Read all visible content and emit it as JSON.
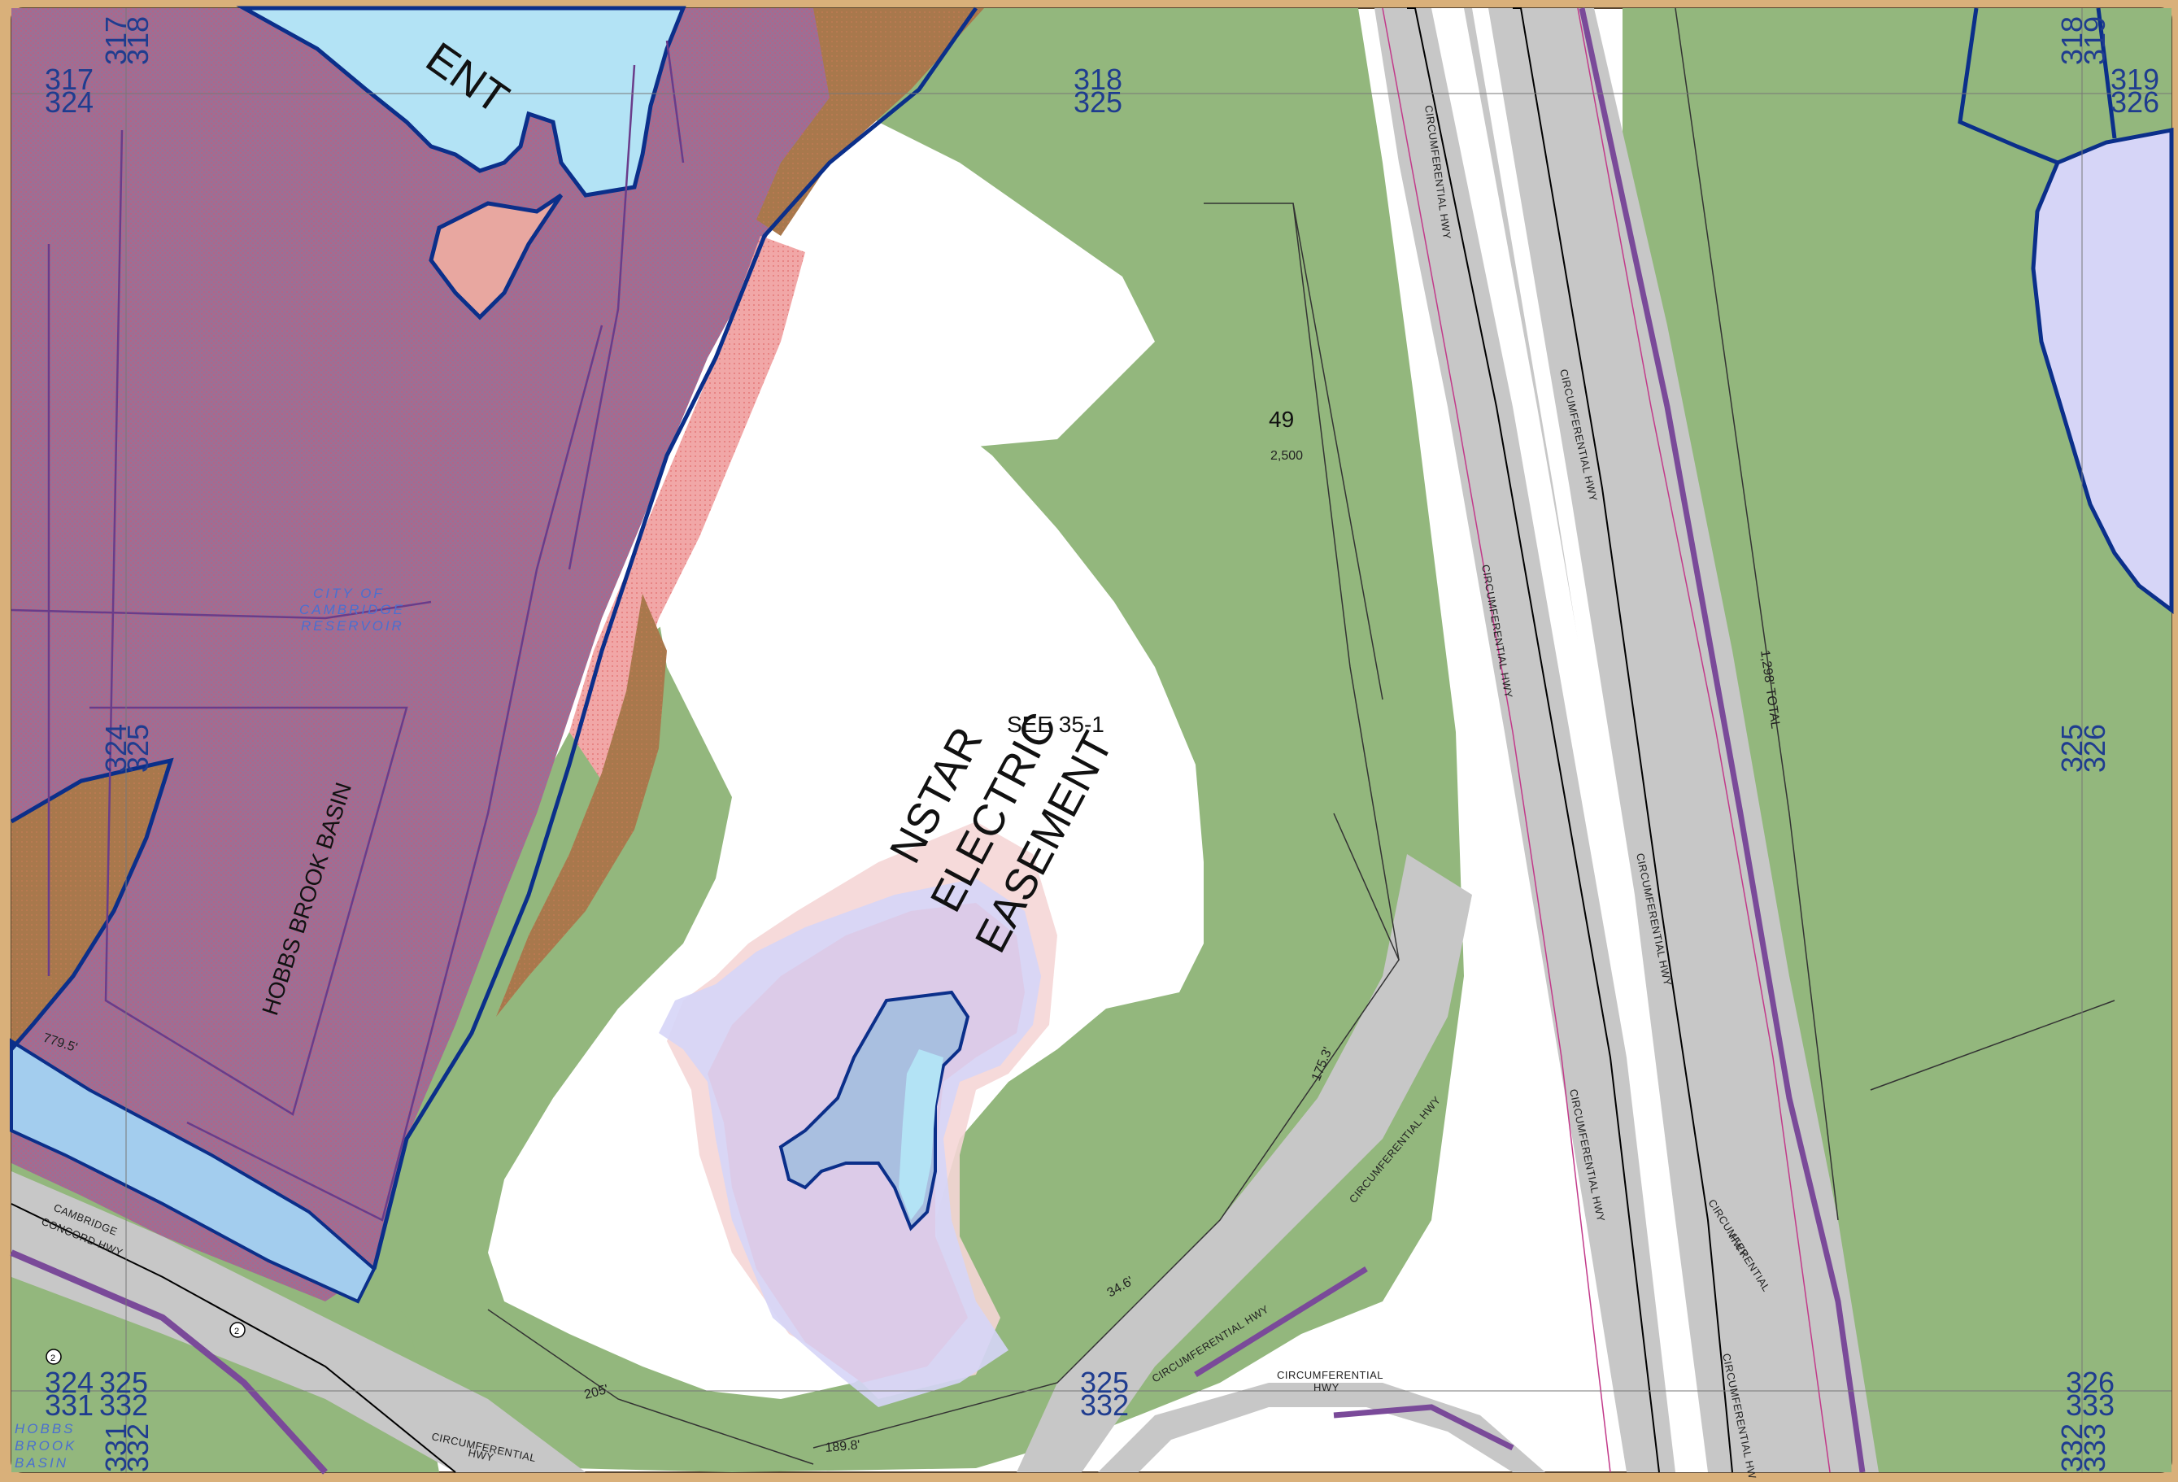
{
  "map": {
    "grid_labels": {
      "g317": "317",
      "g318": "318",
      "g319": "319",
      "g324": "324",
      "g325": "325",
      "g326": "326",
      "g331": "331",
      "g332": "332",
      "g333": "333"
    },
    "labels": {
      "ent_fragment": "ENT",
      "hobbs_brook_basin": "HOBBS BROOK BASIN",
      "reservoir_line1": "CITY OF",
      "reservoir_line2": "CAMBRIDGE",
      "reservoir_line3": "RESERVOIR",
      "easement_line1": "NSTAR",
      "easement_line2": "ELECTRIC",
      "easement_line3": "EASEMENT",
      "see_ref": "SEE 35-1",
      "parcel_number": "49",
      "parcel_area": "2,500",
      "hobbs_corner_1": "HOBBS",
      "hobbs_corner_2": "BROOK",
      "hobbs_corner_3": "BASIN"
    },
    "roads": {
      "circumferential_hwy": "CIRCUMFERENTIAL HWY",
      "circumferential": "CIRCUMFERENTIAL",
      "hwy": "HWY",
      "cambridge_concord_hwy_1": "CAMBRIDGE",
      "cambridge_concord_hwy_2": "CONCORD HWY"
    },
    "dimensions": {
      "d1": "779.5'",
      "d2": "175.3'",
      "d3": "34.6'",
      "d4": "205'",
      "d5": "189.8'",
      "d6": "1,298' TOTAL"
    },
    "markers": {
      "route_2": "2"
    },
    "colors": {
      "frame": "#d9b07a",
      "forest": "#93b77d",
      "reservoir_zone": "#9c6f95",
      "wetland_buffer": "#f1a7a7",
      "brown_soil": "#a8784c",
      "water": "#b3e3f5",
      "lake": "#d6d5f7",
      "easement_fill": "#dccbe8",
      "road_gray": "#c7c7c7",
      "boundary_blue": "#0b2f8a",
      "purple_line": "#7a4a99"
    }
  }
}
